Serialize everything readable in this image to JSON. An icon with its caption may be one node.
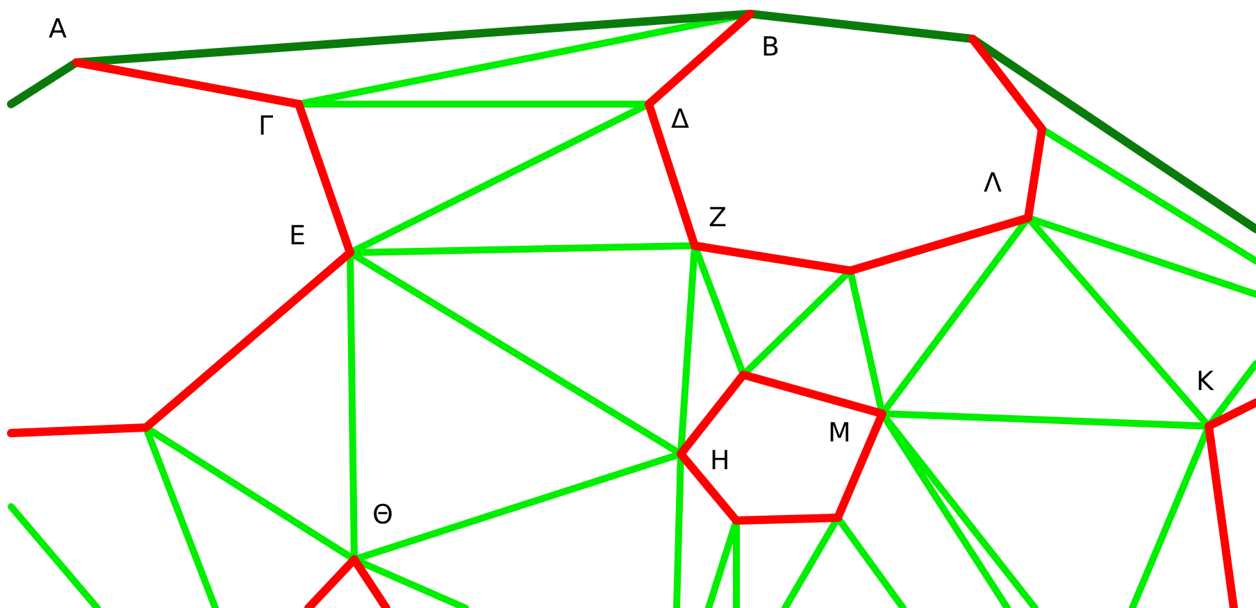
{
  "diagram": {
    "labels": [
      "Α",
      "Β",
      "Γ",
      "Δ",
      "Ζ",
      "Λ",
      "Ε",
      "Κ",
      "Μ",
      "Η",
      "Θ"
    ]
  }
}
